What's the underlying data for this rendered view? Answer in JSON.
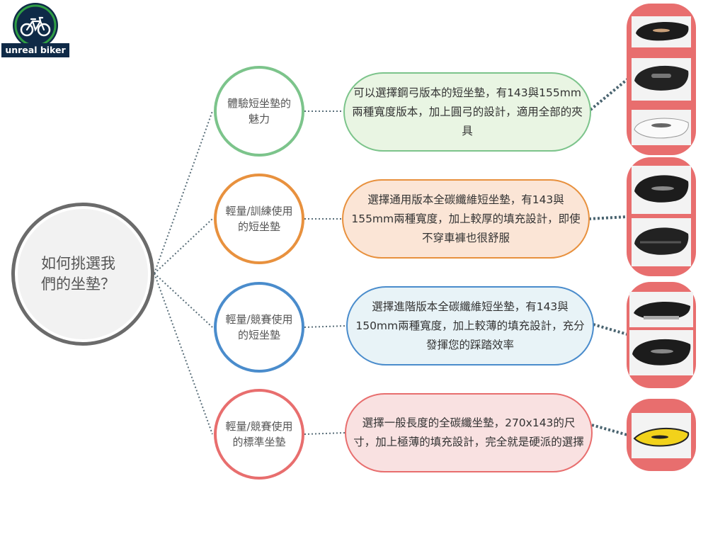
{
  "brand": {
    "name": "unreal biker"
  },
  "root": {
    "label": "如何挑選我們的坐墊？"
  },
  "colors": {
    "root_border": "#6b6b6b",
    "panel": "#e86e6e",
    "green": "#7cc48b",
    "orange": "#e8913e",
    "blue": "#4a8ccc",
    "red": "#e86e6e"
  },
  "branches": [
    {
      "category": "體驗短坐墊的魅力",
      "description": "可以選擇鋼弓版本的短坐墊，有143與155mm兩種寬度版本，加上圓弓的設計，適用全部的夾具",
      "accent": "#7cc48b",
      "fill": "#e9f5e3",
      "photos": [
        "black-saddle",
        "black-saddle-cutout",
        "white-saddle"
      ]
    },
    {
      "category": "輕量/訓練使用的短坐墊",
      "description": "選擇通用版本全碳纖維短坐墊，有143與155mm兩種寬度，加上較厚的填充設計，即使不穿車褲也很舒服",
      "accent": "#e8913e",
      "fill": "#fbe5d6",
      "photos": [
        "black-saddle",
        "black-saddle-carbon-base"
      ]
    },
    {
      "category": "輕量/競賽使用的短坐墊",
      "description": "選擇進階版本全碳纖維短坐墊，有143與150mm兩種寬度，加上較薄的填充設計，充分發揮您的踩踏效率",
      "accent": "#4a8ccc",
      "fill": "#e8f3f7",
      "photos": [
        "black-saddle-side",
        "black-saddle"
      ]
    },
    {
      "category": "輕量/競賽使用的標準坐墊",
      "description": "選擇一般長度的全碳纖坐墊，270x143的尺寸，加上極薄的填充設計，完全就是硬派的選擇",
      "accent": "#e86e6e",
      "fill": "#f9e1e1",
      "photos": [
        "yellow-saddle"
      ]
    }
  ]
}
